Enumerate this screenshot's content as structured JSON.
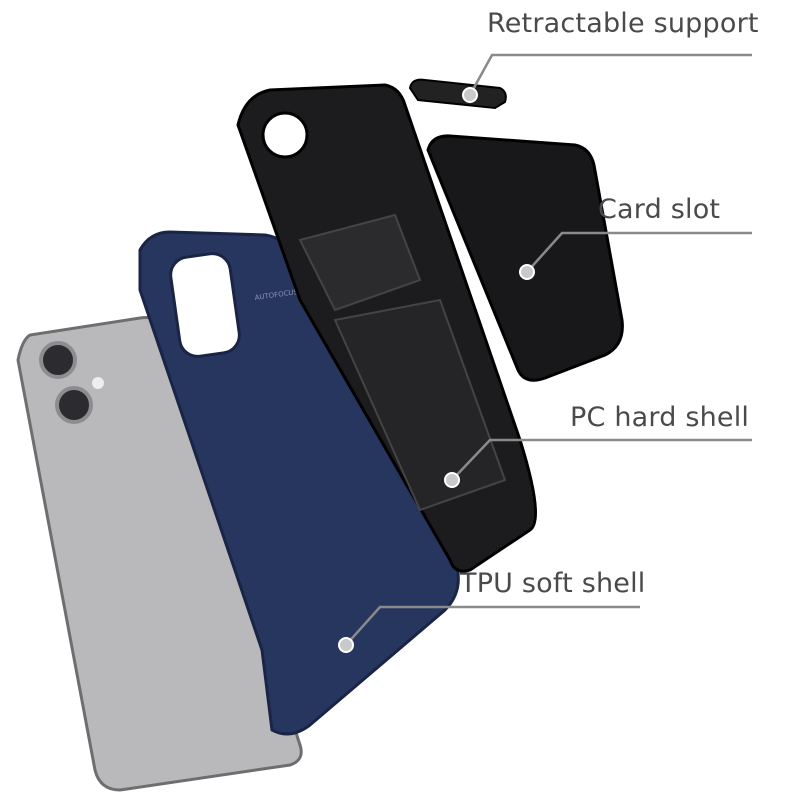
{
  "callouts": {
    "support": "Retractable support",
    "card_slot": "Card slot",
    "pc_shell": "PC hard shell",
    "tpu_shell": "TPU soft shell"
  },
  "case_marking": "AUTOFOCUS",
  "colors": {
    "case_blue": "#27365e",
    "shell_black": "#1c1c1e",
    "phone_silver": "#b9b9bb",
    "callout_line": "#8a8a8a",
    "label_text": "#4a4a4a"
  }
}
